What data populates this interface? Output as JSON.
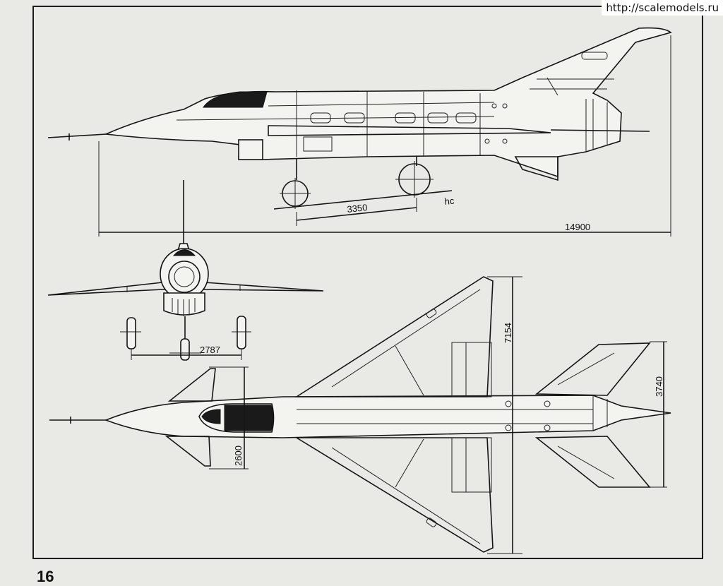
{
  "watermark": "http://scalemodels.ru",
  "page_number": "16",
  "dimensions": {
    "length": "14900",
    "wheelbase": "3350",
    "span": "7154",
    "tailplane_span": "3740",
    "track": "2787",
    "height_marker": "2600",
    "ground_mark": "hс"
  }
}
